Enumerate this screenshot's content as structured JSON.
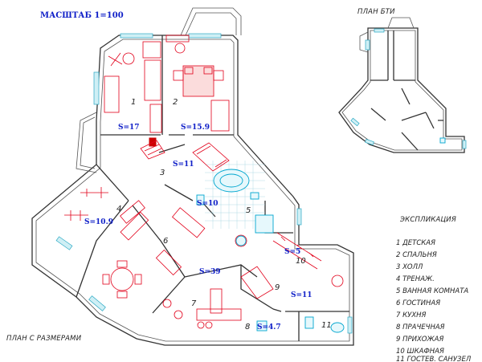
{
  "scale_label": "МАСШТАБ 1=100",
  "bti_label": "ПЛАН БТИ",
  "dims_label": "ПЛАН С РАЗМЕРАМИ",
  "legend": {
    "title": "ЭКСПЛИКАЦИЯ",
    "items": [
      "1 ДЕТСКАЯ",
      "2 СПАЛЬНЯ",
      "3 ХОЛЛ",
      "4 ТРЕНАЖ.",
      "5 ВАННАЯ КОМНАТА",
      "6 ГОСТИНАЯ",
      "7 КУХНЯ",
      "8 ПРАЧЕЧНАЯ",
      "9 ПРИХОЖАЯ",
      "10 ШКАФНАЯ",
      "11 ГОСТЕВ. САНУЗЕЛ"
    ]
  },
  "rooms": [
    {
      "num": "1",
      "area": "S=17"
    },
    {
      "num": "2",
      "area": "S=15.9"
    },
    {
      "num": "3",
      "area": "S=11"
    },
    {
      "num": "4",
      "area": "S=10.9"
    },
    {
      "num": "5",
      "area": "S=10"
    },
    {
      "num": "6",
      "area": "S=39"
    },
    {
      "num": "7",
      "area": ""
    },
    {
      "num": "8",
      "area": "S=4.7"
    },
    {
      "num": "9",
      "area": "S=11"
    },
    {
      "num": "10",
      "area": "S=5"
    },
    {
      "num": "11",
      "area": ""
    }
  ],
  "colors": {
    "walls": "#333333",
    "furniture": "#e2001a",
    "plumbing": "#00a6cf",
    "labels": "#1020c8"
  }
}
